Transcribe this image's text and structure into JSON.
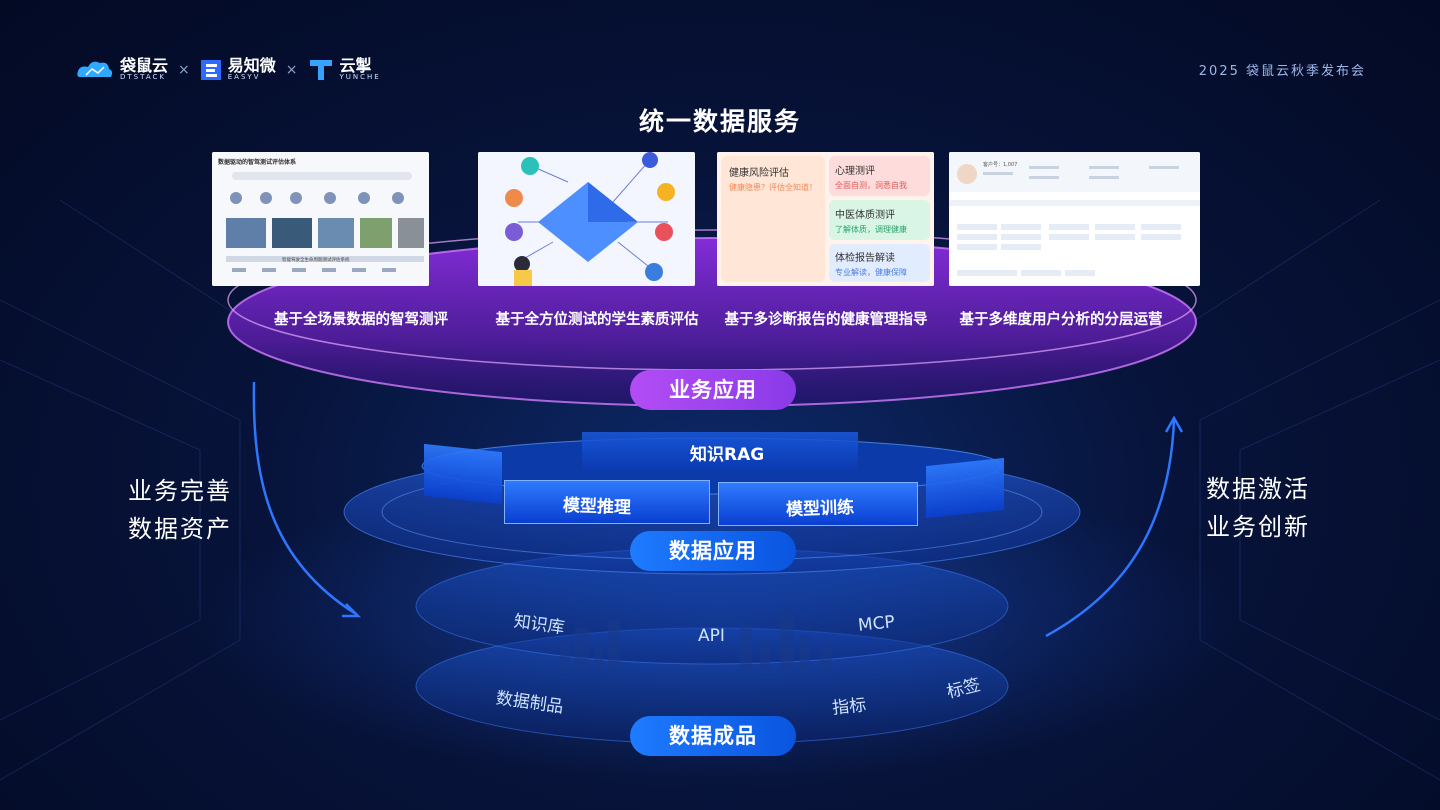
{
  "header": {
    "logos": [
      {
        "name": "袋鼠云",
        "sub": "DTSTACK"
      },
      {
        "name": "易知微",
        "sub": "EASYV"
      },
      {
        "name": "云掣",
        "sub": "YUNCHE"
      }
    ],
    "separator": "×",
    "event": "2025 袋鼠云秋季发布会"
  },
  "title": "统一数据服务",
  "cards": [
    {
      "caption": "基于全场景数据的智驾测评",
      "img_title": "数据驱动的智驾测试评估体系",
      "img_footer": "智能驾驶全生命周期测试评估系统"
    },
    {
      "caption": "基于全方位测试的学生素质评估"
    },
    {
      "caption": "基于多诊断报告的健康管理指导",
      "tiles": [
        {
          "title": "健康风险评估",
          "sub": "健康隐患？评估全知道！"
        },
        {
          "title": "心理测评",
          "sub": "全面自测，洞悉自我"
        },
        {
          "title": "中医体质测评",
          "sub": "了解体质，调理健康"
        },
        {
          "title": "体检报告解读",
          "sub": "专业解读，健康保障"
        }
      ]
    },
    {
      "caption": "基于多维度用户分析的分层运营",
      "img_title": "客户号：1,007"
    }
  ],
  "layers": {
    "app": "业务应用",
    "data_app": "数据应用",
    "product": "数据成品"
  },
  "segments": {
    "rag": "知识RAG",
    "inference": "模型推理",
    "training": "模型训练"
  },
  "ring_labels": {
    "knowledge": "知识库",
    "api": "API",
    "mcp": "MCP",
    "data_product": "数据制品",
    "indicator": "指标",
    "tag": "标签"
  },
  "left_text": [
    "业务完善",
    "数据资产"
  ],
  "right_text": [
    "数据激活",
    "业务创新"
  ],
  "colors": {
    "purple": "#a64bf0",
    "blue": "#1e6bff",
    "accent": "#3d8bff"
  }
}
